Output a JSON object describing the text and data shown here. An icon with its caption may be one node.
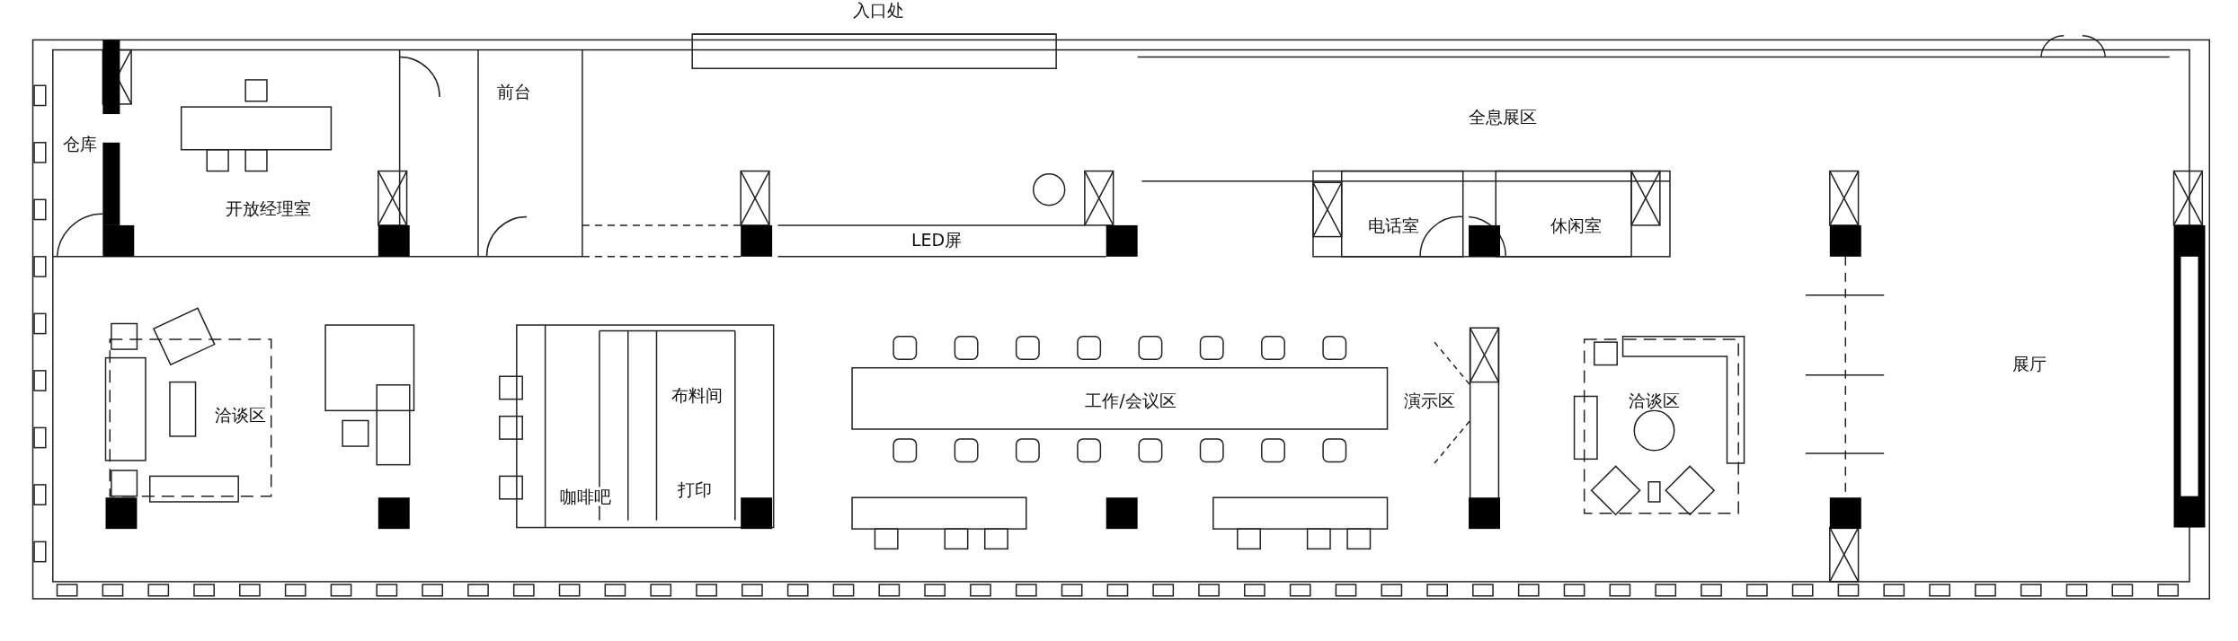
{
  "diagram": {
    "labels": [
      "入口处",
      "仓库",
      "开放经理室",
      "前台",
      "全息展区",
      "LED屏",
      "电话室",
      "休闲室",
      "洽谈区",
      "咖啡吧",
      "布料间",
      "打印",
      "工作/会议区",
      "演示区",
      "洽谈区",
      "展厅"
    ]
  }
}
